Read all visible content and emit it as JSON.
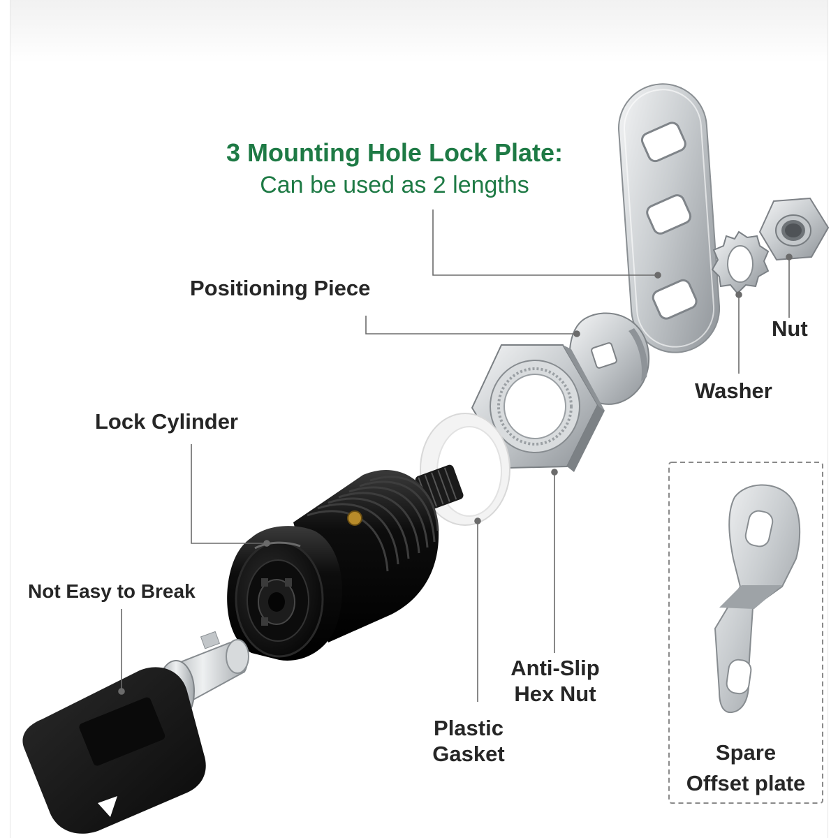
{
  "headline": {
    "title": "3 Mounting Hole Lock Plate:",
    "subtitle": "Can be used as 2 lengths",
    "color": "#1e7a45"
  },
  "labels": {
    "positioning_piece": "Positioning Piece",
    "nut": "Nut",
    "washer": "Washer",
    "lock_cylinder": "Lock Cylinder",
    "not_easy_to_break": "Not Easy to Break",
    "anti_slip_line1": "Anti-Slip",
    "anti_slip_line2": "Hex Nut",
    "plastic_line1": "Plastic",
    "plastic_line2": "Gasket",
    "spare_line1": "Spare",
    "spare_line2": "Offset plate"
  },
  "colors": {
    "label_text": "#262626",
    "leader_line": "#6b6b6b",
    "metal": "#cfd3d6",
    "lock_body": "#151515"
  }
}
